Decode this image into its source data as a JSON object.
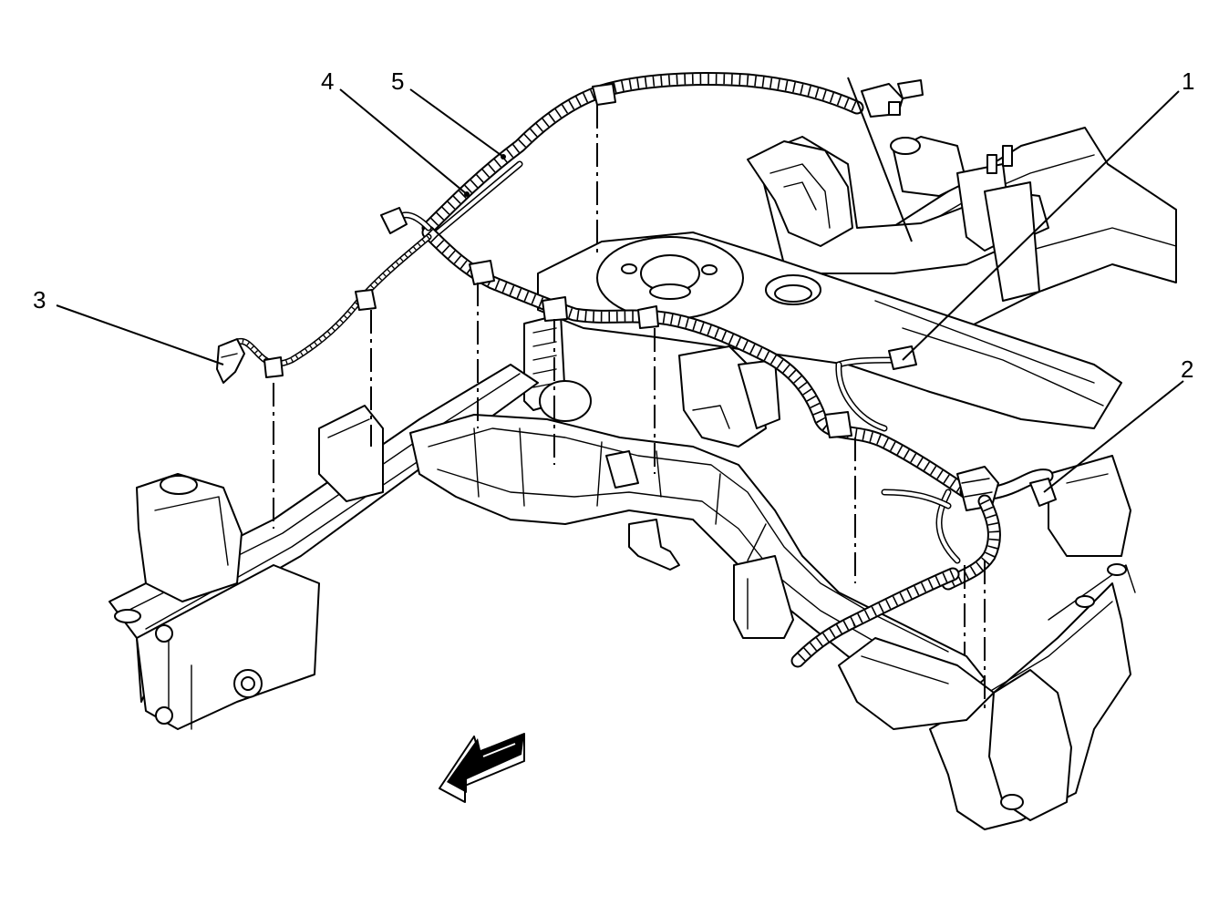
{
  "diagram": {
    "callouts": [
      {
        "id": "1",
        "label": "1"
      },
      {
        "id": "2",
        "label": "2"
      },
      {
        "id": "3",
        "label": "3"
      },
      {
        "id": "4",
        "label": "4"
      },
      {
        "id": "5",
        "label": "5"
      }
    ],
    "direction_arrow": {
      "icon": "forward-arrow-icon",
      "fill": "#000000",
      "outline": "#000000"
    },
    "colors": {
      "line": "#000000",
      "background": "#ffffff"
    }
  }
}
